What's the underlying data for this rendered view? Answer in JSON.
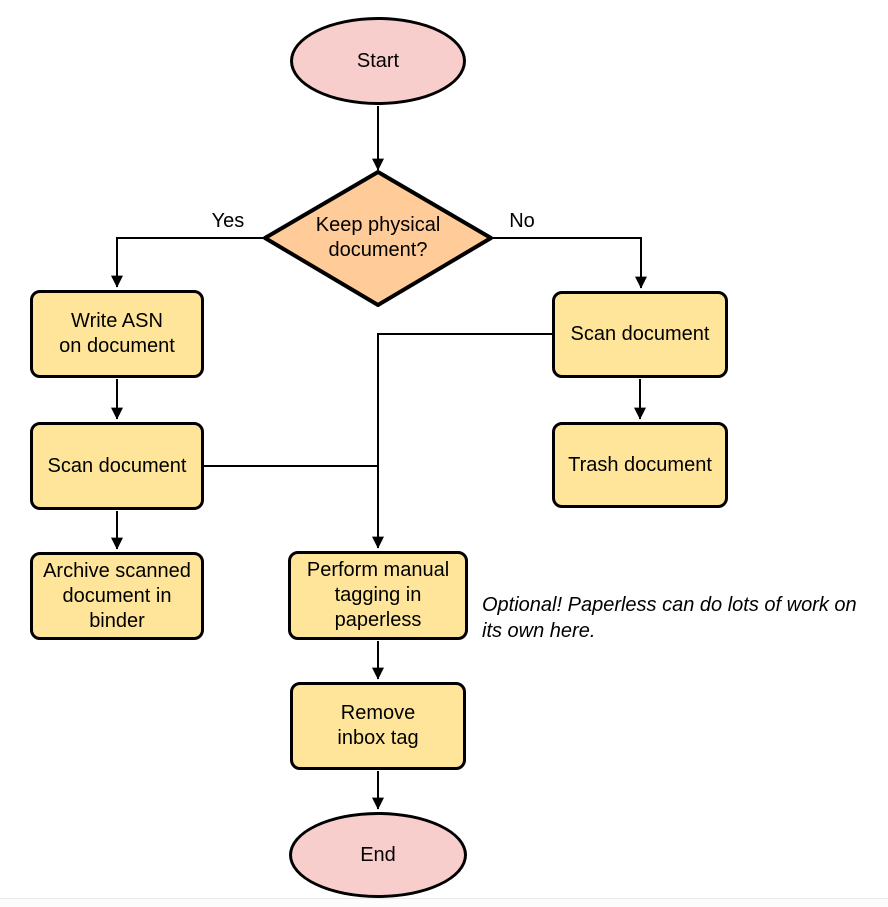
{
  "colors": {
    "terminator-fill": "#f8cecc",
    "decision-fill": "#ffcc99",
    "process-fill": "#ffe599",
    "stroke": "#000000"
  },
  "nodes": {
    "start": {
      "type": "terminator",
      "label": "Start"
    },
    "decision": {
      "type": "decision",
      "label": "Keep physical\ndocument?"
    },
    "write_asn": {
      "type": "process",
      "label": "Write ASN\non document"
    },
    "scan_left": {
      "type": "process",
      "label": "Scan document"
    },
    "archive": {
      "type": "process",
      "label": "Archive scanned\ndocument in\nbinder"
    },
    "scan_right": {
      "type": "process",
      "label": "Scan document"
    },
    "trash": {
      "type": "process",
      "label": "Trash document"
    },
    "tagging": {
      "type": "process",
      "label": "Perform manual\ntagging in\npaperless"
    },
    "remove_inbox": {
      "type": "process",
      "label": "Remove\ninbox tag"
    },
    "end": {
      "type": "terminator",
      "label": "End"
    }
  },
  "edge_labels": {
    "yes": "Yes",
    "no": "No"
  },
  "annotation": {
    "text": "Optional! Paperless can do lots of work on\nits own here."
  }
}
